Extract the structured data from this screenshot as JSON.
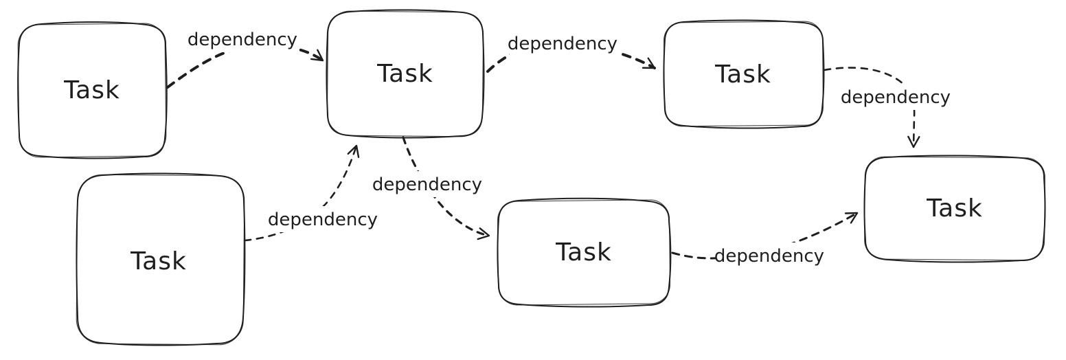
{
  "diagram": {
    "type": "flowchart",
    "colors": {
      "stroke": "#1e1e1e",
      "node-fill": "#ffffff",
      "canvas-bg": "#ffffff"
    },
    "nodes": [
      {
        "id": "task-1",
        "position": "top-left",
        "label": "Task"
      },
      {
        "id": "task-2",
        "position": "top-center",
        "label": "Task"
      },
      {
        "id": "task-3",
        "position": "top-right",
        "label": "Task"
      },
      {
        "id": "task-4",
        "position": "bottom-left",
        "label": "Task"
      },
      {
        "id": "task-5",
        "position": "bottom-center",
        "label": "Task"
      },
      {
        "id": "task-6",
        "position": "right",
        "label": "Task"
      }
    ],
    "edges": [
      {
        "from": "task-1",
        "to": "task-2",
        "label": "dependency",
        "style": "dashed-arrow"
      },
      {
        "from": "task-2",
        "to": "task-3",
        "label": "dependency",
        "style": "dashed-arrow"
      },
      {
        "from": "task-3",
        "to": "task-6",
        "label": "dependency",
        "style": "dashed-arrow"
      },
      {
        "from": "task-4",
        "to": "task-2",
        "label": "dependency",
        "style": "dashed-arrow"
      },
      {
        "from": "task-2",
        "to": "task-5",
        "label": "dependency",
        "style": "dashed-arrow"
      },
      {
        "from": "task-5",
        "to": "task-6",
        "label": "dependency",
        "style": "dashed-arrow"
      }
    ]
  }
}
